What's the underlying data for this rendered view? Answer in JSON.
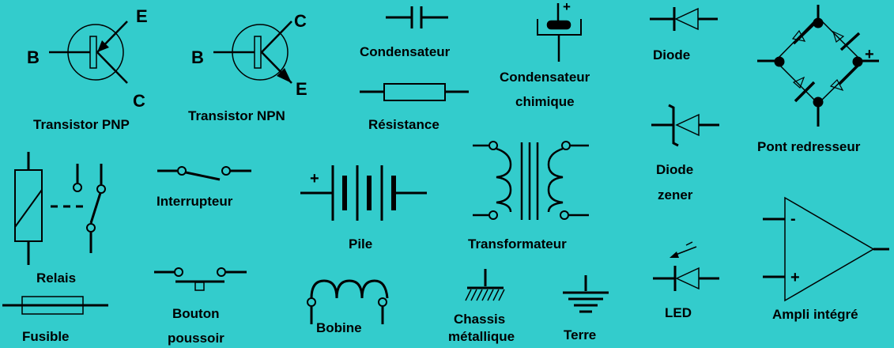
{
  "background": "#33CCCC",
  "ink": "#000000",
  "components": {
    "pnp": {
      "label": "Transistor PNP",
      "base": "B",
      "emitter": "E",
      "collector": "C"
    },
    "npn": {
      "label": "Transistor NPN",
      "base": "B",
      "collector": "C",
      "emitter": "E"
    },
    "capacitor": {
      "label": "Condensateur"
    },
    "chem_capacitor": {
      "label_line1": "Condensateur",
      "label_line2": "chimique",
      "polarity": "+"
    },
    "diode": {
      "label": "Diode"
    },
    "bridge": {
      "label": "Pont redresseur",
      "polarity": "+"
    },
    "resistor": {
      "label": "Résistance"
    },
    "zener": {
      "label_line1": "Diode",
      "label_line2": "zener"
    },
    "relay": {
      "label": "Relais"
    },
    "switch": {
      "label": "Interrupteur"
    },
    "battery": {
      "label": "Pile",
      "polarity": "+"
    },
    "transformer": {
      "label": "Transformateur"
    },
    "opamp": {
      "label": "Ampli intégré",
      "minus": "-",
      "plus": "+"
    },
    "led": {
      "label": "LED"
    },
    "fuse": {
      "label": "Fusible"
    },
    "pushbutton": {
      "label_line1": "Bouton",
      "label_line2": "poussoir"
    },
    "coil": {
      "label": "Bobine"
    },
    "chassis": {
      "label_line1": "Chassis",
      "label_line2": "métallique"
    },
    "earth": {
      "label": "Terre"
    }
  }
}
